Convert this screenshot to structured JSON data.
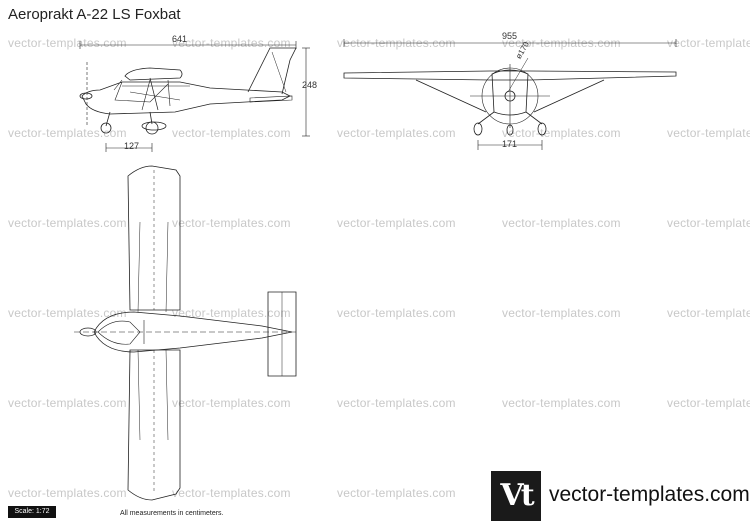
{
  "title": "Aeroprakt A-22 LS Foxbat",
  "watermark_text": "vector-templates.com",
  "dimensions": {
    "side_length": "641",
    "side_height": "248",
    "side_gear": "127",
    "front_span": "955",
    "front_prop": "ø170",
    "front_track": "171"
  },
  "scale_label": "Scale: 1:72",
  "note": "All measurements in centimeters.",
  "logo_text": "Vt",
  "site_name": "vector-templates.com"
}
